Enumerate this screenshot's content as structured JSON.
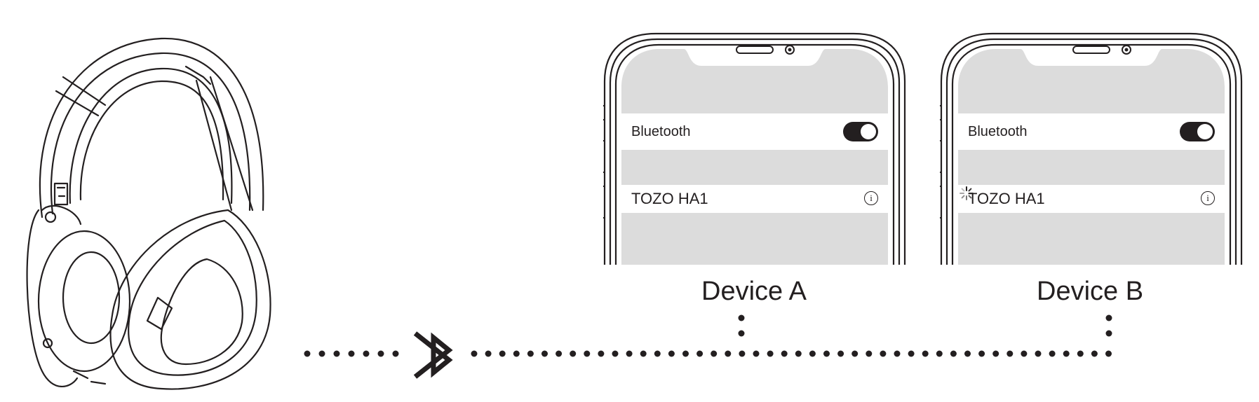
{
  "phones": [
    {
      "bluetooth_label": "Bluetooth",
      "device_name": "TOZO HA1",
      "info_glyph": "i",
      "connecting": false,
      "caption": "Device A"
    },
    {
      "bluetooth_label": "Bluetooth",
      "device_name": "TOZO HA1",
      "info_glyph": "i",
      "connecting": true,
      "caption": "Device B"
    }
  ],
  "icons": {
    "bluetooth": "bluetooth-icon",
    "headphones": "headphones-illustration",
    "info": "info-icon",
    "spinner": "loading-spinner-icon"
  },
  "colors": {
    "ink": "#231f20",
    "screen": "#dcdcdc",
    "row": "#ffffff"
  }
}
